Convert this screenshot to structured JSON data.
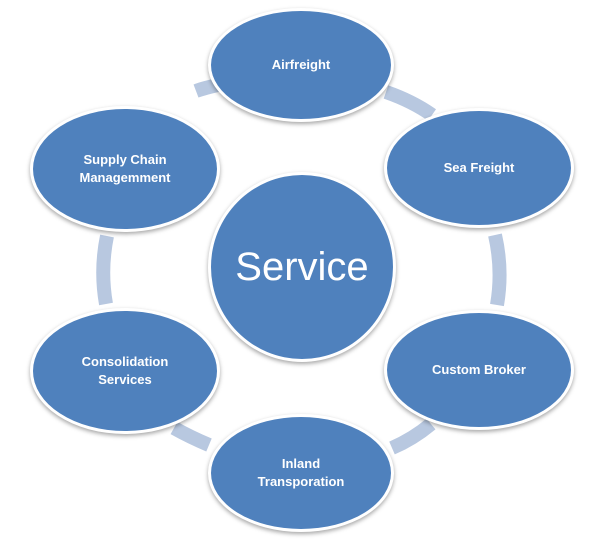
{
  "diagram": {
    "center_label": "Service",
    "nodes": [
      {
        "id": "airfreight",
        "label": "Airfreight"
      },
      {
        "id": "sea-freight",
        "label": "Sea Freight"
      },
      {
        "id": "custom-broker",
        "label": "Custom Broker"
      },
      {
        "id": "inland-transporation",
        "label": "Inland\nTransporation"
      },
      {
        "id": "consolidation-services",
        "label": "Consolidation\nServices"
      },
      {
        "id": "supply-chain-managemment",
        "label": "Supply Chain\nManagemment"
      }
    ]
  },
  "colors": {
    "node_fill": "#4f81bd",
    "node_border": "#ffffff",
    "connector": "#b8c8e0",
    "text": "#ffffff"
  }
}
